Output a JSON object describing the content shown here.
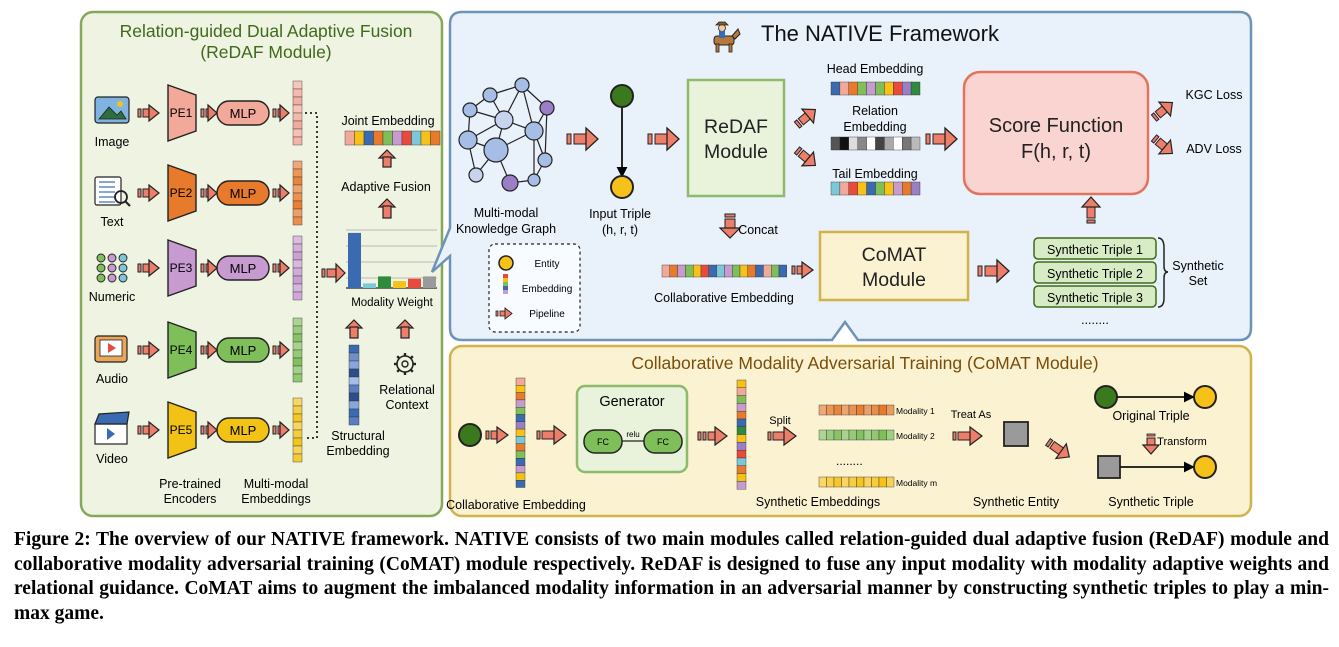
{
  "redaf_panel": {
    "title_line1": "Relation-guided Dual Adaptive Fusion",
    "title_line2": "(ReDAF Module)",
    "modalities": [
      {
        "label": "Image",
        "encoder": "PE1",
        "mlp": "MLP",
        "icon": "image-icon",
        "color": "#f2a99a",
        "mlp_color": "#f2a99a"
      },
      {
        "label": "Text",
        "encoder": "PE2",
        "mlp": "MLP",
        "icon": "text-document-icon",
        "color": "#e87a2c",
        "mlp_color": "#e87a2c"
      },
      {
        "label": "Numeric",
        "encoder": "PE3",
        "mlp": "MLP",
        "icon": "numeric-keypad-icon",
        "color": "#c79ad0",
        "mlp_color": "#c79ad0"
      },
      {
        "label": "Audio",
        "encoder": "PE4",
        "mlp": "MLP",
        "icon": "audio-player-icon",
        "color": "#7fbf5a",
        "mlp_color": "#7fbf5a"
      },
      {
        "label": "Video",
        "encoder": "PE5",
        "mlp": "MLP",
        "icon": "video-clapper-icon",
        "color": "#f2c315",
        "mlp_color": "#f2c315"
      }
    ],
    "pretrained_encoders_line1": "Pre-trained",
    "pretrained_encoders_line2": "Encoders",
    "multimodal_embeddings_line1": "Multi-modal",
    "multimodal_embeddings_line2": "Embeddings",
    "joint_embedding": "Joint Embedding",
    "adaptive_fusion": "Adaptive Fusion",
    "modality_weight": "Modality Weight",
    "modality_weights": [
      0.95,
      0.08,
      0.2,
      0.12,
      0.16,
      0.2
    ],
    "relational_context_line1": "Relational",
    "relational_context_line2": "Context",
    "structural_embedding_line1": "Structural",
    "structural_embedding_line2": "Embedding"
  },
  "native_panel": {
    "title": "The NATIVE Framework",
    "kg_line1": "Multi-modal",
    "kg_line2": "Knowledge Graph",
    "input_triple_line1": "Input Triple",
    "input_triple_line2": "(h, r, t)",
    "redaf_line1": "ReDAF",
    "redaf_line2": "Module",
    "head_embedding": "Head Embedding",
    "relation_embedding_line1": "Relation",
    "relation_embedding_line2": "Embedding",
    "tail_embedding": "Tail Embedding",
    "score_line1": "Score Function",
    "score_line2": "F(h, r, t)",
    "kgc_loss": "KGC Loss",
    "adv_loss": "ADV Loss",
    "concat": "Concat",
    "collaborative_embedding": "Collaborative Embedding",
    "comat_line1": "CoMAT",
    "comat_line2": "Module",
    "synthetic_triples": [
      "Synthetic Triple 1",
      "Synthetic Triple 2",
      "Synthetic Triple 3"
    ],
    "synthetic_dots": "........",
    "synthetic_set_line1": "Synthetic",
    "synthetic_set_line2": "Set",
    "legend": {
      "entity": "Entity",
      "embedding": "Embedding",
      "pipeline": "Pipeline"
    }
  },
  "comat_panel": {
    "title": "Collaborative Modality Adversarial Training (CoMAT Module)",
    "generator": "Generator",
    "fc1": "FC",
    "relu": "relu",
    "fc2": "FC",
    "split": "Split",
    "modalities": [
      "Modality 1",
      "Modality 2",
      "Modality m"
    ],
    "dots": "........",
    "treat_as": "Treat As",
    "original_triple": "Original Triple",
    "transform": "Transform",
    "collaborative_embedding": "Collaborative Embedding",
    "synthetic_embeddings": "Synthetic Embeddings",
    "synthetic_entity": "Synthetic Entity",
    "synthetic_triple": "Synthetic Triple"
  },
  "caption": {
    "prefix": "Figure 2: The overview of our ",
    "name": "NATIVE",
    "mid": " framework. ",
    "name2": "NATIVE",
    "rest": " consists of two main modules called relation-guided dual adaptive fusion (ReDAF) module and collaborative modality adversarial training (CoMAT) module respectively. ReDAF is designed to fuse any input modality with modality adaptive weights and relational guidance. CoMAT aims to augment the imbalanced modality information in an adversarial manner by constructing synthetic triples to play a min-max game."
  },
  "colors": {
    "redaf_bg": "#eef3e2",
    "redaf_border": "#86a85a",
    "native_bg": "#e9f1fa",
    "native_border": "#6e93b8",
    "comat_bg": "#fbf2d2",
    "comat_border": "#d2b24a",
    "arrow": "#ec7e6a",
    "score_bg": "#fad4d0",
    "score_border": "#e2735f",
    "module_bg": "#e9f3dc",
    "module_border": "#8cbb6c",
    "node_green": "#3b7a1c",
    "node_yellow": "#f6c21a"
  }
}
